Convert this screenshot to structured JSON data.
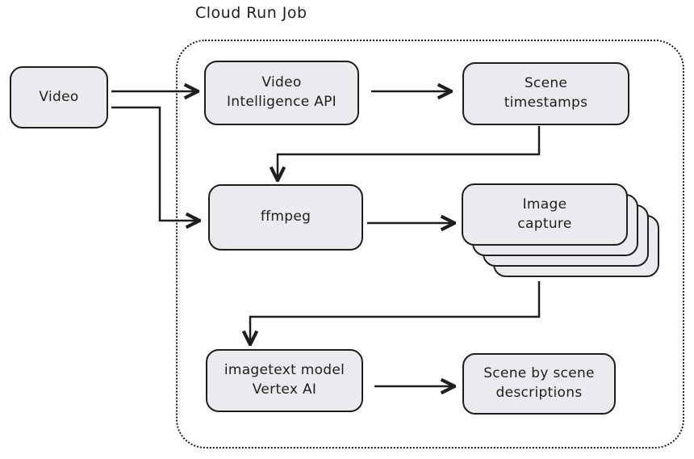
{
  "diagram": {
    "title": "Cloud Run Job",
    "type": "flow-diagram"
  },
  "nodes": {
    "video": {
      "label": "Video"
    },
    "video_intelligence_api": {
      "label": "Video\nIntelligence API"
    },
    "scene_timestamps": {
      "label": "Scene\ntimestamps"
    },
    "ffmpeg": {
      "label": "ffmpeg"
    },
    "image_capture": {
      "label": "Image\ncapture",
      "stack_count": 4
    },
    "imagetext_model": {
      "label": "imagetext model\nVertex AI"
    },
    "scene_descriptions": {
      "label": "Scene by scene\ndescriptions"
    }
  },
  "edges": [
    {
      "from": "video",
      "to": "video_intelligence_api"
    },
    {
      "from": "video",
      "to": "ffmpeg"
    },
    {
      "from": "video_intelligence_api",
      "to": "scene_timestamps"
    },
    {
      "from": "scene_timestamps",
      "to": "ffmpeg"
    },
    {
      "from": "ffmpeg",
      "to": "image_capture"
    },
    {
      "from": "image_capture",
      "to": "imagetext_model"
    },
    {
      "from": "imagetext_model",
      "to": "scene_descriptions"
    }
  ],
  "colors": {
    "node_fill": "#e9ebee",
    "stroke": "#1e1e1e",
    "canvas": "#ffffff"
  }
}
